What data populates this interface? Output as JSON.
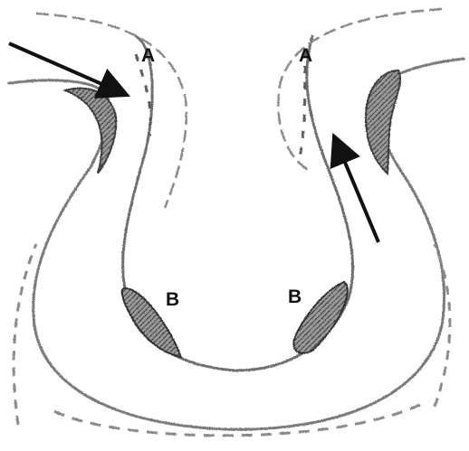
{
  "labels": {
    "a_left": "A",
    "a_right": "A",
    "b_left": "B",
    "b_right": "B"
  },
  "colors": {
    "background": "#ffffff",
    "outline": "#6e6e6e",
    "dashed": "#7a7a7a",
    "shading": "#4a4a4a",
    "arrow": "#111111",
    "label": "#111111"
  }
}
